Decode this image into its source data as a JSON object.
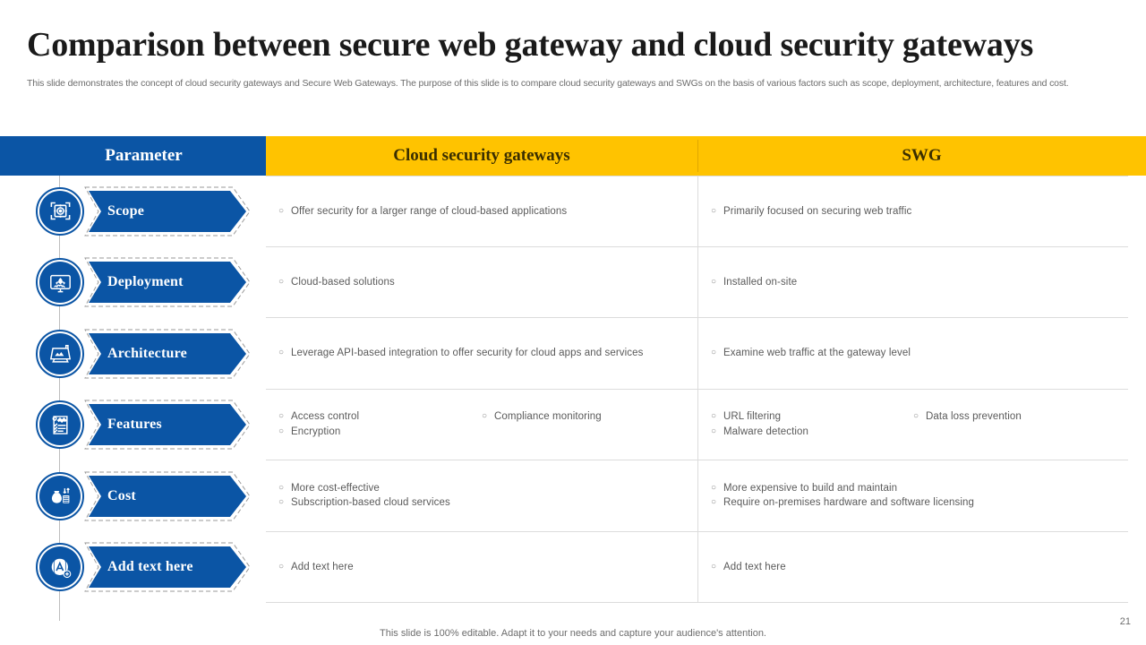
{
  "slide": {
    "title": "Comparison between secure web gateway and cloud security gateways",
    "subtitle": "This slide demonstrates the concept of cloud security gateways and Secure Web Gateways. The purpose of this slide is to compare cloud security gateways and SWGs on the basis of various factors such as scope, deployment, architecture, features and cost.",
    "footer_note": "This slide is 100% editable. Adapt it to your needs and capture your audience's attention.",
    "page_number": "21"
  },
  "colors": {
    "brand_blue": "#0B55A5",
    "accent_yellow": "#FFC300",
    "header_text_dark": "#3a2e00",
    "body_text": "#5a5a5a",
    "rule": "#dcdcdc"
  },
  "table": {
    "headers": {
      "parameter": "Parameter",
      "cloud_security_gateways": "Cloud security gateways",
      "swg": "SWG"
    },
    "rows": [
      {
        "parameter": "Scope",
        "icon": "target-scope-icon",
        "cloud": {
          "layout": "one-col",
          "items": [
            "Offer security for a larger range of cloud-based applications"
          ]
        },
        "swg": {
          "layout": "one-col",
          "items": [
            "Primarily focused on securing web traffic"
          ]
        }
      },
      {
        "parameter": "Deployment",
        "icon": "rocket-monitor-icon",
        "cloud": {
          "layout": "one-col",
          "items": [
            "Cloud-based solutions"
          ]
        },
        "swg": {
          "layout": "one-col",
          "items": [
            "Installed on-site"
          ]
        }
      },
      {
        "parameter": "Architecture",
        "icon": "blueprint-icon",
        "cloud": {
          "layout": "one-col",
          "items": [
            "Leverage API-based integration to offer security for cloud apps and services"
          ]
        },
        "swg": {
          "layout": "one-col",
          "items": [
            "Examine web traffic at the gateway level"
          ]
        }
      },
      {
        "parameter": "Features",
        "icon": "checklist-stars-icon",
        "cloud": {
          "layout": "two-col",
          "items": [
            "Access control",
            "Encryption",
            "Compliance monitoring"
          ]
        },
        "swg": {
          "layout": "two-col",
          "items": [
            "URL filtering",
            "Malware detection",
            "Data loss prevention"
          ]
        }
      },
      {
        "parameter": "Cost",
        "icon": "money-bag-icon",
        "cloud": {
          "layout": "one-col",
          "items": [
            "More cost-effective",
            "Subscription-based cloud services"
          ]
        },
        "swg": {
          "layout": "one-col",
          "items": [
            "More expensive to build and maintain",
            "Require on-premises hardware and software licensing"
          ]
        }
      },
      {
        "parameter": "Add text here",
        "icon": "add-text-icon",
        "cloud": {
          "layout": "one-col",
          "items": [
            "Add text here"
          ]
        },
        "swg": {
          "layout": "one-col",
          "items": [
            "Add text here"
          ]
        }
      }
    ]
  }
}
